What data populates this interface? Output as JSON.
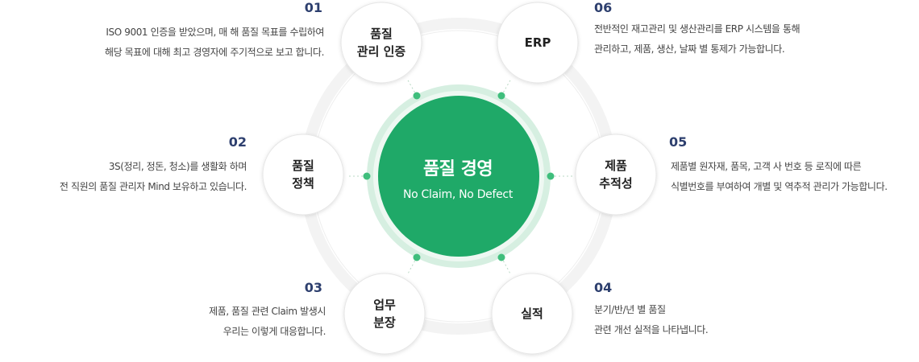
{
  "center": {
    "title": "품질 경영",
    "subtitle": "No Claim, No Defect"
  },
  "colors": {
    "primary_green": "#1fa968",
    "light_green_ring": "#d6efe1",
    "number_navy": "#2d3f6e",
    "node_border": "#e6e6e6"
  },
  "items": [
    {
      "number": "01",
      "label": "품질\n관리 인증",
      "desc_line1": "ISO 9001 인증을 받았으며, 매 해 품질 목표를 수립하여",
      "desc_line2": "해당 목표에 대해 최고 경영자에 주기적으로 보고 합니다."
    },
    {
      "number": "02",
      "label": "품질\n정책",
      "desc_line1": "3S(정리, 정돈, 청소)를 생활화 하며",
      "desc_line2": "전 직원의 품질 관리자 Mind 보유하고 있습니다."
    },
    {
      "number": "03",
      "label": "업무\n분장",
      "desc_line1": "제품, 품질 관련 Claim 발생시",
      "desc_line2": "우리는 이렇게 대응합니다."
    },
    {
      "number": "04",
      "label": "실적",
      "desc_line1": "분기/반/년 별 품질",
      "desc_line2": "관련 개선 실적을 나타냅니다."
    },
    {
      "number": "05",
      "label": "제품\n추적성",
      "desc_line1": "제품별 원자재, 품목, 고객 사 번호 등 로직에 따른",
      "desc_line2": "식별번호를 부여하여 개별 및 역추적 관리가 가능합니다."
    },
    {
      "number": "06",
      "label": "ERP",
      "desc_line1": "전반적인 재고관리 및 생산관리를 ERP 시스템을 통해",
      "desc_line2": "관리하고, 제품, 생산, 날짜 별 통제가 가능합니다."
    }
  ]
}
